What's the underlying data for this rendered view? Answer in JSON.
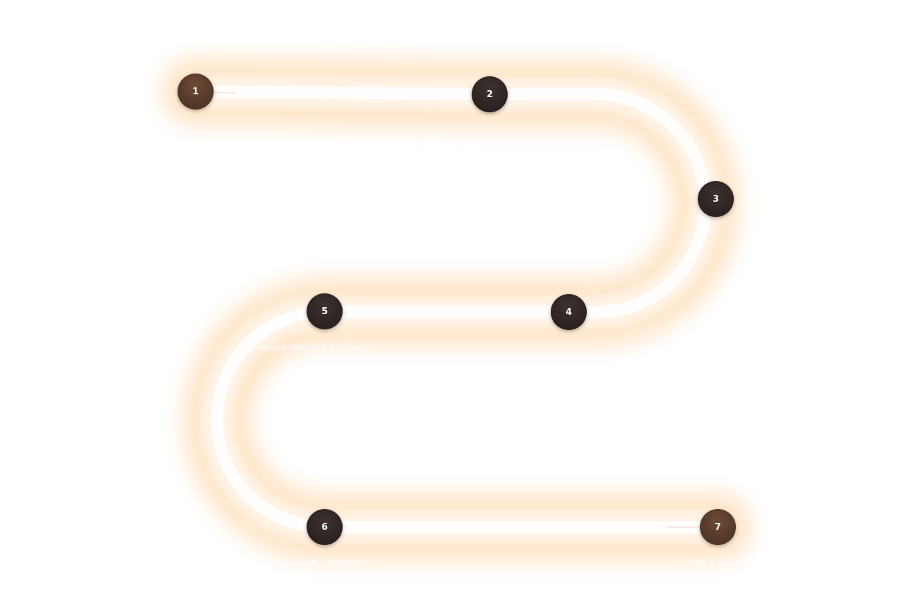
{
  "colors": {
    "path_glow": "#ffd9ad",
    "node_default": "#2e2524",
    "node_active": "#5a3d2c",
    "node_text": "#ffffff",
    "background": "#ffffff"
  },
  "steps": [
    {
      "number": "1",
      "label": "",
      "active": true
    },
    {
      "number": "2",
      "label": "",
      "active": false
    },
    {
      "number": "3",
      "label": "",
      "active": false
    },
    {
      "number": "4",
      "label": "",
      "active": false
    },
    {
      "number": "5",
      "label": "Accept Mission & Brief Week",
      "active": false
    },
    {
      "number": "6",
      "label": "Build Commission",
      "active": false
    },
    {
      "number": "7",
      "label": "Scale & Exit",
      "active": true
    }
  ]
}
